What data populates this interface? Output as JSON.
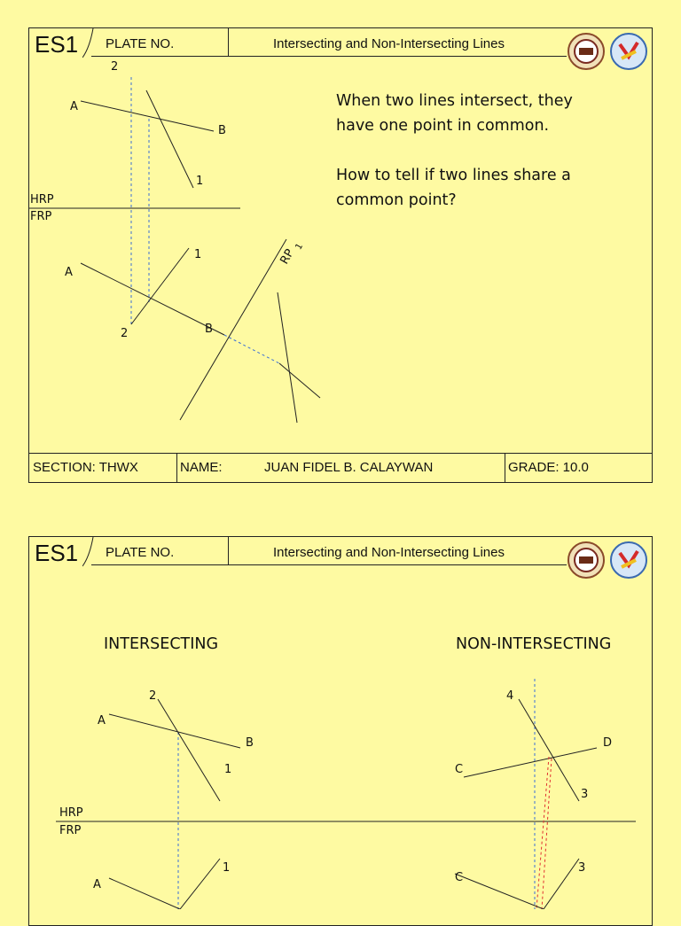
{
  "plate1": {
    "es_label": "ES1",
    "plate_no_label": "PLATE NO.",
    "title": "Intersecting and Non-Intersecting Lines",
    "note_line1": "When two lines intersect, they",
    "note_line2": "have one point in common.",
    "note_line3": "How to tell if two lines share a",
    "note_line4": "common point?",
    "labels": {
      "a_top": "A",
      "b_top": "B",
      "one_top": "1",
      "two_top": "2",
      "hrp": "HRP",
      "frp": "FRP",
      "a_bot": "A",
      "b_bot": "B",
      "one_bot": "1",
      "two_bot": "2",
      "rp": "RP",
      "rp_sub": "1"
    },
    "footer": {
      "section": "SECTION:  THWX",
      "name_label": "NAME:",
      "name_value": "JUAN FIDEL B. CALAYWAN",
      "grade": "GRADE:   10.0"
    }
  },
  "plate2": {
    "es_label": "ES1",
    "plate_no_label": "PLATE NO.",
    "title": "Intersecting and Non-Intersecting Lines",
    "head_left": "INTERSECTING",
    "head_right": "NON-INTERSECTING",
    "labels": {
      "a_top": "A",
      "b_top": "B",
      "one_top": "1",
      "two_top": "2",
      "hrp": "HRP",
      "frp": "FRP",
      "a_bot": "A",
      "one_bot": "1",
      "c_top": "C",
      "d_top": "D",
      "three_top": "3",
      "four_top": "4",
      "c_bot": "C",
      "three_bot": "3"
    }
  },
  "colors": {
    "background": "#fefaa2",
    "line": "#222222",
    "projection": "#3b6fd6",
    "red_projection": "#e03030"
  }
}
